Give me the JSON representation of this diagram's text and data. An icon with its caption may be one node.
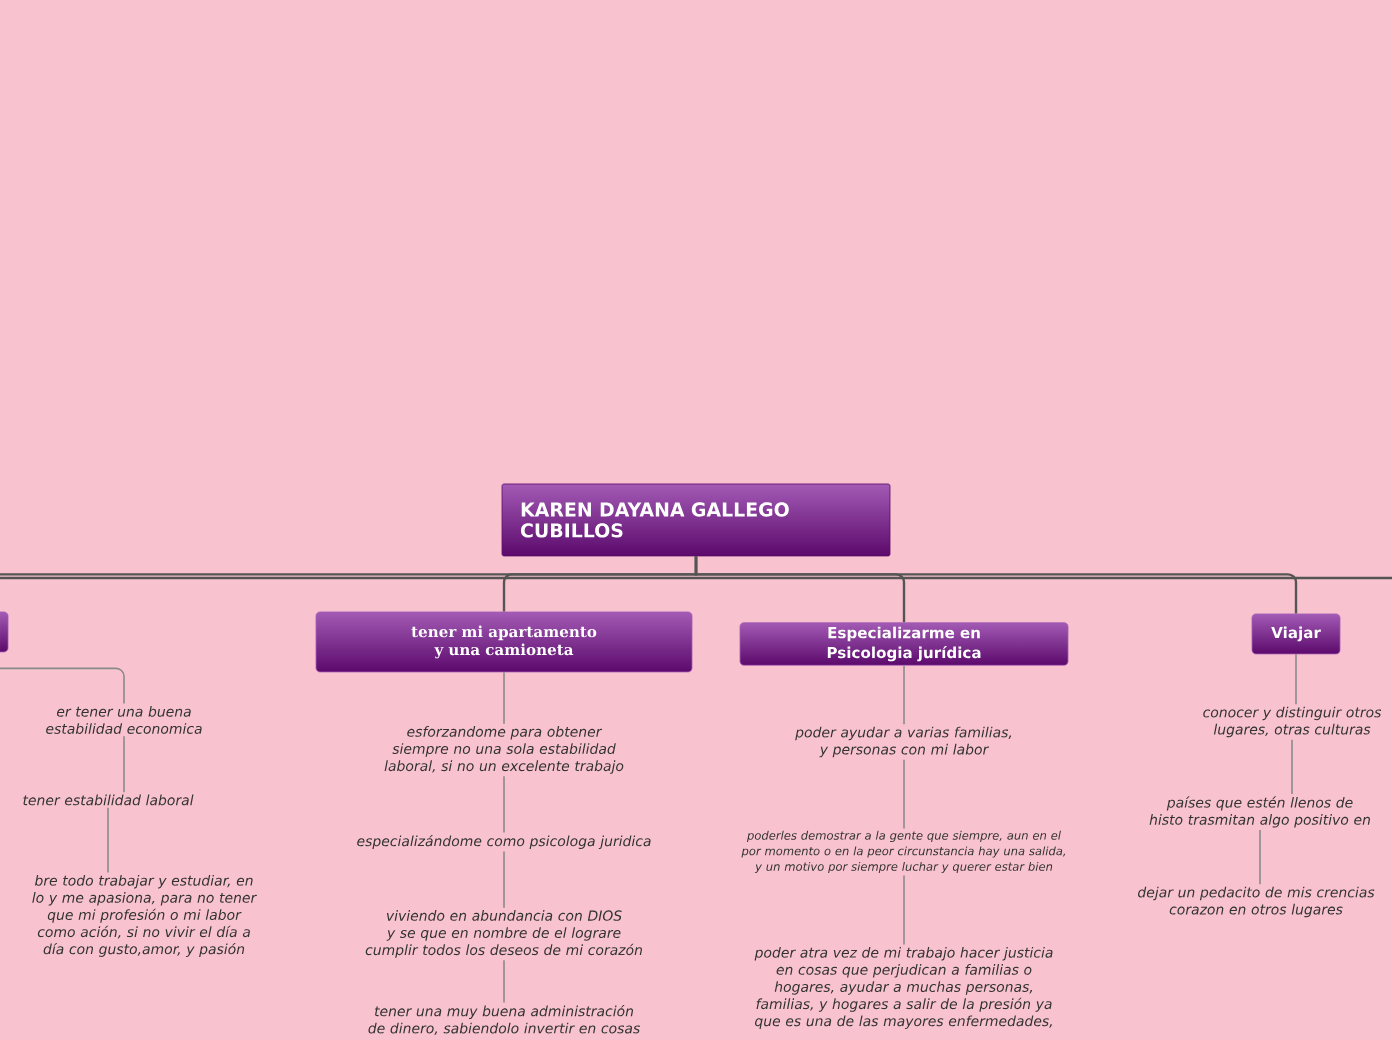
{
  "diagram": {
    "nodes": [
      {
        "text": [
          "KAREN DAYANA GALLEGO CUBILLOS"
        ]
      },
      {
        "text": [],
        "shape": "box"
      },
      {
        "text": [
          "tener mi apartamento y una camioneta"
        ]
      },
      {
        "text": [
          "Especializarme en Psicologia jurídica"
        ]
      },
      {
        "text": [
          "Viajar"
        ]
      },
      {
        "text": [
          "er tener una buena estabilidad economica"
        ]
      },
      {
        "text": [
          "tener estabilidad laboral"
        ]
      },
      {
        "text": [
          "bre todo trabajar y estudiar, en lo y me apasiona, para no tener que mi profesión o mi labor como ación, si no vivir el día a día con gusto,amor, y pasión"
        ]
      },
      {
        "text": [
          "esforzandome para obtener siempre no una sola estabilidad laboral, si no un excelente trabajo"
        ]
      },
      {
        "text": [
          "especializándome como psicologa juridica"
        ]
      },
      {
        "text": [
          "viviendo en abundancia con DIOS y se que en nombre de el lograre cumplir todos los deseos de mi corazón"
        ]
      },
      {
        "text": [
          "tener una muy buena administración de dinero, sabiendolo invertir en cosas"
        ]
      },
      {
        "text": [
          "poder ayudar a varias familias, y personas con mi labor"
        ]
      },
      {
        "text": [
          "poderles demostrar a la gente que siempre, aun en el por momento o en la peor circunstancia hay una salida, y un motivo por siempre luchar y querer estar bien"
        ]
      },
      {
        "text": [
          "poder atra vez de mi trabajo hacer justicia en cosas que perjudican a familias o hogares, ayudar a muchas personas, familias, y hogares a salir de la presión ya que es una de las mayores enfermedades,"
        ]
      },
      {
        "text": [
          "conocer y distinguir otros lugares, otras culturas"
        ]
      },
      {
        "text": [
          "países que estén llenos de histo trasmitan algo positivo en"
        ]
      },
      {
        "text": [
          "dejar un pedacito de mis crencias corazon en otros lugares"
        ]
      }
    ],
    "edges": [
      {
        "from": 0,
        "to": 1,
        "arrow": "none"
      },
      {
        "from": 0,
        "to": 2,
        "arrow": "none"
      },
      {
        "from": 0,
        "to": 3,
        "arrow": "none"
      },
      {
        "from": 0,
        "to": 4,
        "arrow": "none"
      },
      {
        "from": 1,
        "to": 5,
        "arrow": "none"
      },
      {
        "from": 5,
        "to": 6,
        "arrow": "none"
      },
      {
        "from": 6,
        "to": 7,
        "arrow": "none"
      },
      {
        "from": 2,
        "to": 8,
        "arrow": "none"
      },
      {
        "from": 8,
        "to": 9,
        "arrow": "none"
      },
      {
        "from": 9,
        "to": 10,
        "arrow": "none"
      },
      {
        "from": 10,
        "to": 11,
        "arrow": "none"
      },
      {
        "from": 3,
        "to": 12,
        "arrow": "none"
      },
      {
        "from": 12,
        "to": 13,
        "arrow": "none"
      },
      {
        "from": 13,
        "to": 14,
        "arrow": "none"
      },
      {
        "from": 4,
        "to": 15,
        "arrow": "none"
      },
      {
        "from": 15,
        "to": 16,
        "arrow": "none"
      },
      {
        "from": 16,
        "to": 17,
        "arrow": "none"
      }
    ]
  }
}
